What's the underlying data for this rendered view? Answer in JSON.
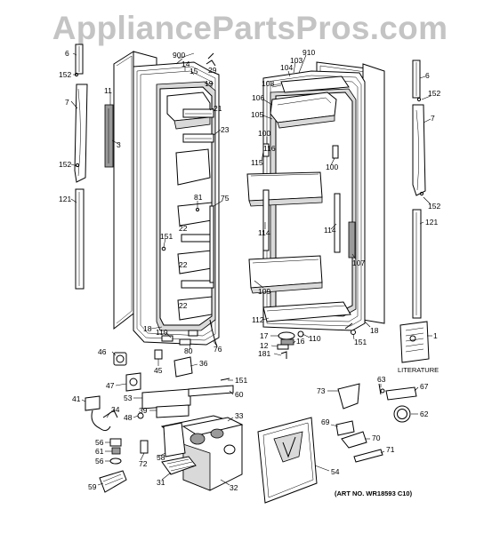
{
  "watermark": "AppliancePartsPros.com",
  "art_number": "(ART NO. WR18593 C10)",
  "literature_label": "LITERATURE",
  "callouts": {
    "c6l": "6",
    "c152l": "152",
    "c7l": "7",
    "c152l2": "152",
    "c121l": "121",
    "c11": "11",
    "c3": "3",
    "c900": "900",
    "c14": "14",
    "c15": "15",
    "c29": "29",
    "c19": "19",
    "c21": "21",
    "c23": "23",
    "c81": "81",
    "c75": "75",
    "c151l": "151",
    "c22a": "22",
    "c22b": "22",
    "c22c": "22",
    "c18l": "18",
    "c110l": "110",
    "c80": "80",
    "c76": "76",
    "c910": "910",
    "c103": "103",
    "c104": "104",
    "c108": "108",
    "c106": "106",
    "c105": "105",
    "c100a": "100",
    "c116": "116",
    "c115": "115",
    "c100b": "100",
    "c114a": "114",
    "c114b": "114",
    "c107": "107",
    "c109": "109",
    "c112": "112",
    "c17": "17",
    "c16": "16",
    "c12": "12",
    "c181": "181",
    "c110r": "110",
    "c151r": "151",
    "c18r": "18",
    "c1": "1",
    "c6r": "6",
    "c152r": "152",
    "c7r": "7",
    "c152r2": "152",
    "c121r": "121",
    "c46": "46",
    "c45": "45",
    "c36": "36",
    "c47": "47",
    "c151b": "151",
    "c53": "53",
    "c60": "60",
    "c41": "41",
    "c39": "39",
    "c34": "34",
    "c48": "48",
    "c33": "33",
    "c56a": "56",
    "c61": "61",
    "c56b": "56",
    "c72": "72",
    "c58": "58",
    "c31": "31",
    "c32": "32",
    "c59": "59",
    "c54": "54",
    "c73": "73",
    "c63": "63",
    "c67": "67",
    "c62": "62",
    "c69": "69",
    "c70": "70",
    "c71": "71"
  }
}
